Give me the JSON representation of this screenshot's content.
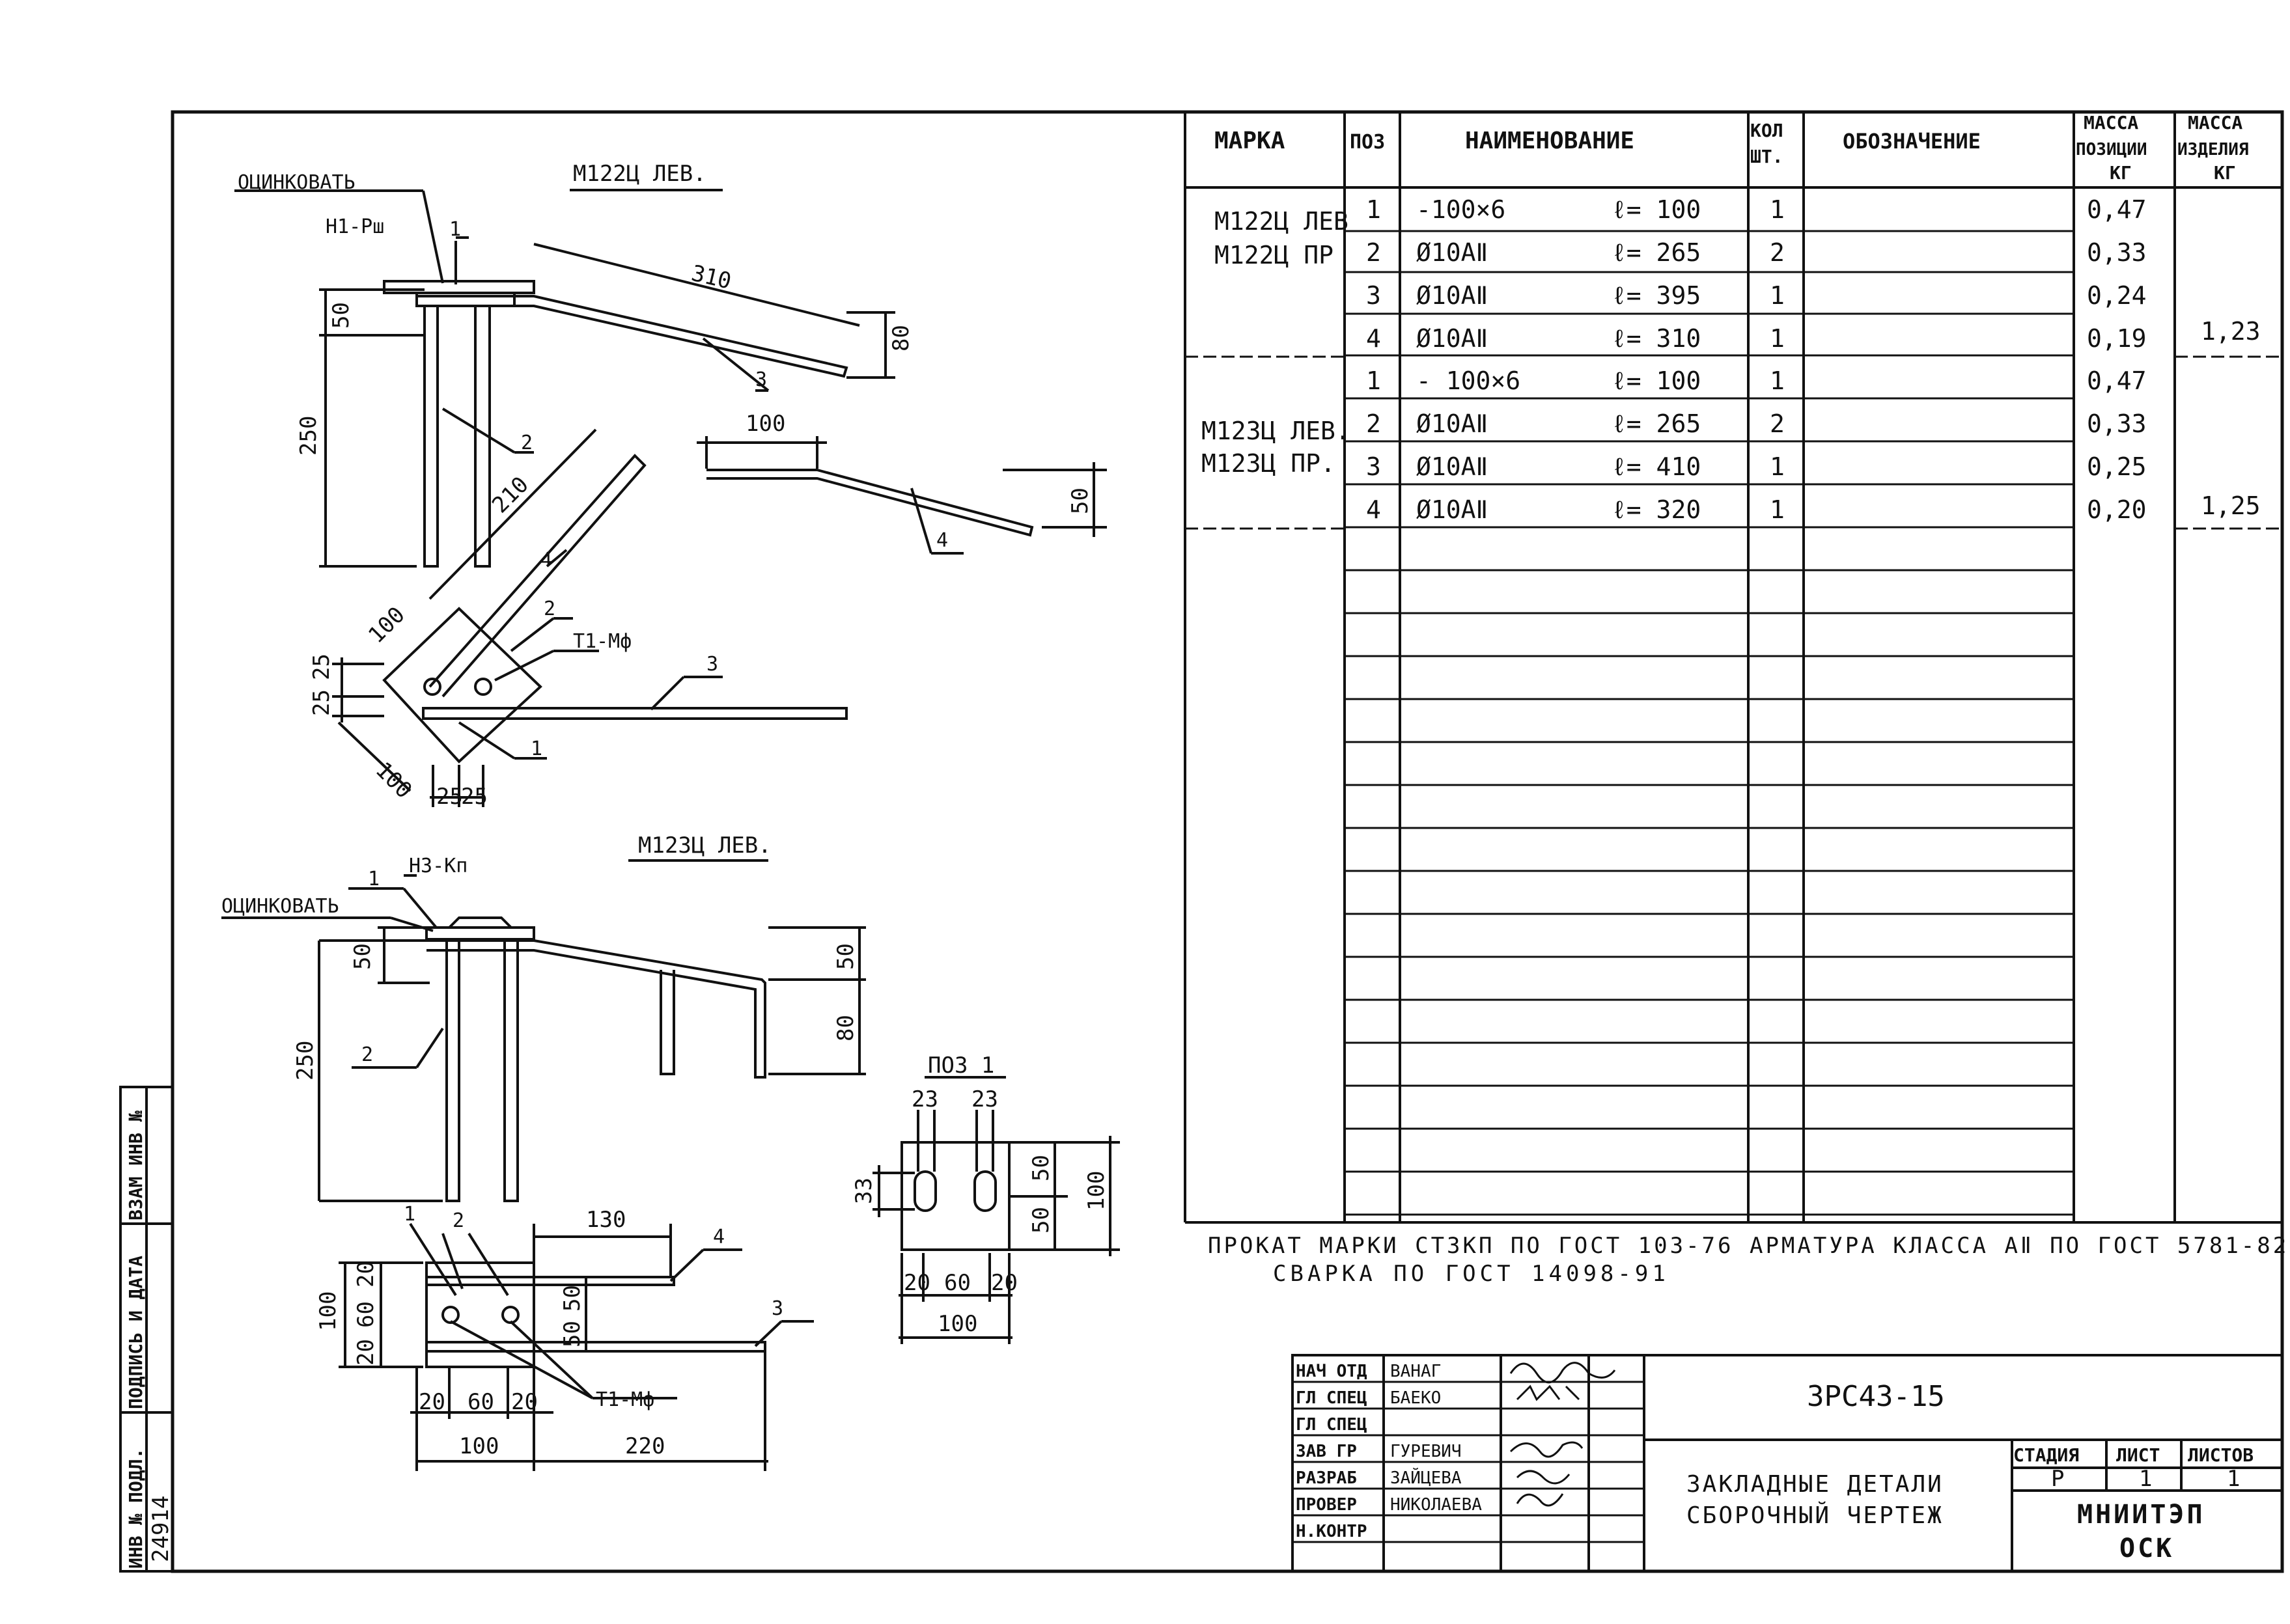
{
  "views": {
    "m122": {
      "title": "М122Ц ЛЕВ.",
      "zinc_note": "ОЦИНКОВАТЬ",
      "weld_code": "Н1-Рш",
      "weld_code2": "Т1-Мф",
      "pos_labels": [
        "1",
        "2",
        "3",
        "4",
        "2",
        "3",
        "1"
      ],
      "dims": [
        "310",
        "80",
        "50",
        "250",
        "210",
        "100",
        "25",
        "25",
        "100",
        "25",
        "25",
        "100",
        "50"
      ]
    },
    "m123": {
      "title": "М123Ц ЛЕВ.",
      "zinc_note": "ОЦИНКОВАТЬ",
      "weld_code": "Н3-Кп",
      "weld_code2": "Т1-Мф",
      "pos_labels": [
        "1",
        "2",
        "1",
        "2",
        "4",
        "3"
      ],
      "dims": [
        "50",
        "250",
        "50",
        "80",
        "130",
        "100",
        "20",
        "60",
        "20",
        "50",
        "50",
        "20",
        "60",
        "20",
        "100",
        "220"
      ]
    },
    "pos1": {
      "title": "ПОЗ 1",
      "dims": [
        "23",
        "23",
        "33",
        "50",
        "50",
        "100",
        "20",
        "60",
        "20",
        "100"
      ]
    }
  },
  "spec": {
    "headers": {
      "marka": "МАРКА",
      "poz": "ПОЗ",
      "name": "НАИМЕНОВАНИЕ",
      "qty": [
        "КОЛ",
        "ШТ."
      ],
      "designation": "ОБОЗНАЧЕНИЕ",
      "mass_pos": [
        "МАССА",
        "ПОЗИЦИИ",
        "КГ"
      ],
      "mass_item": [
        "МАССА",
        "ИЗДЕЛИЯ",
        "КГ"
      ]
    },
    "groups": [
      {
        "marks": [
          "М122Ц ЛЕВ",
          "М122Ц ПР"
        ],
        "total": "1,23",
        "rows": [
          {
            "poz": "1",
            "name": "-100×6",
            "len": "ℓ= 100",
            "qty": "1",
            "mass": "0,47"
          },
          {
            "poz": "2",
            "name": "Ø10АⅡ",
            "len": "ℓ= 265",
            "qty": "2",
            "mass": "0,33"
          },
          {
            "poz": "3",
            "name": "Ø10АⅡ",
            "len": "ℓ= 395",
            "qty": "1",
            "mass": "0,24"
          },
          {
            "poz": "4",
            "name": "Ø10АⅡ",
            "len": "ℓ= 310",
            "qty": "1",
            "mass": "0,19"
          }
        ]
      },
      {
        "marks": [
          "М123Ц ЛЕВ.",
          "М123Ц ПР."
        ],
        "total": "1,25",
        "rows": [
          {
            "poz": "1",
            "name": "- 100×6",
            "len": "ℓ= 100",
            "qty": "1",
            "mass": "0,47"
          },
          {
            "poz": "2",
            "name": "Ø10АⅡ",
            "len": "ℓ= 265",
            "qty": "2",
            "mass": "0,33"
          },
          {
            "poz": "3",
            "name": "Ø10АⅡ",
            "len": "ℓ= 410",
            "qty": "1",
            "mass": "0,25"
          },
          {
            "poz": "4",
            "name": "Ø10АⅡ",
            "len": "ℓ= 320",
            "qty": "1",
            "mass": "0,20"
          }
        ]
      }
    ]
  },
  "notes": {
    "line1": "ПРОКАТ МАРКИ СТ3КП ПО ГОСТ 103-76   АРМАТУРА КЛАССА АⅡ ПО ГОСТ 5781-82",
    "line2": "СВАРКА ПО ГОСТ 14098-91"
  },
  "title_block": {
    "roles": [
      "НАЧ ОТД",
      "ГЛ СПЕЦ",
      "ГЛ СПЕЦ",
      "ЗАВ ГР",
      "РАЗРАБ",
      "ПРОВЕР",
      "Н.КОНТР"
    ],
    "names": [
      "ВАНАГ",
      "БАЕКО",
      "",
      "ГУРЕВИЧ",
      "ЗАЙЦЕВА",
      "НИКОЛАЕВА",
      ""
    ],
    "code": "3РС43-15",
    "title1": "ЗАКЛАДНЫЕ ДЕТАЛИ",
    "title2": "СБОРОЧНЫЙ ЧЕРТЕЖ",
    "stage_label": "СТАДИЯ",
    "sheet_label": "ЛИСТ",
    "sheets_label": "ЛИСТОВ",
    "stage": "Р",
    "sheet": "1",
    "sheets": "1",
    "org1": "МНИИТЭП",
    "org2": "ОСК"
  },
  "side_stamp": {
    "inv_podl": "ИНВ № ПОДЛ.",
    "sign_date": "ПОДПИСЬ И ДАТА",
    "vzam": "ВЗАМ ИНВ №",
    "inv_value": "24914"
  }
}
